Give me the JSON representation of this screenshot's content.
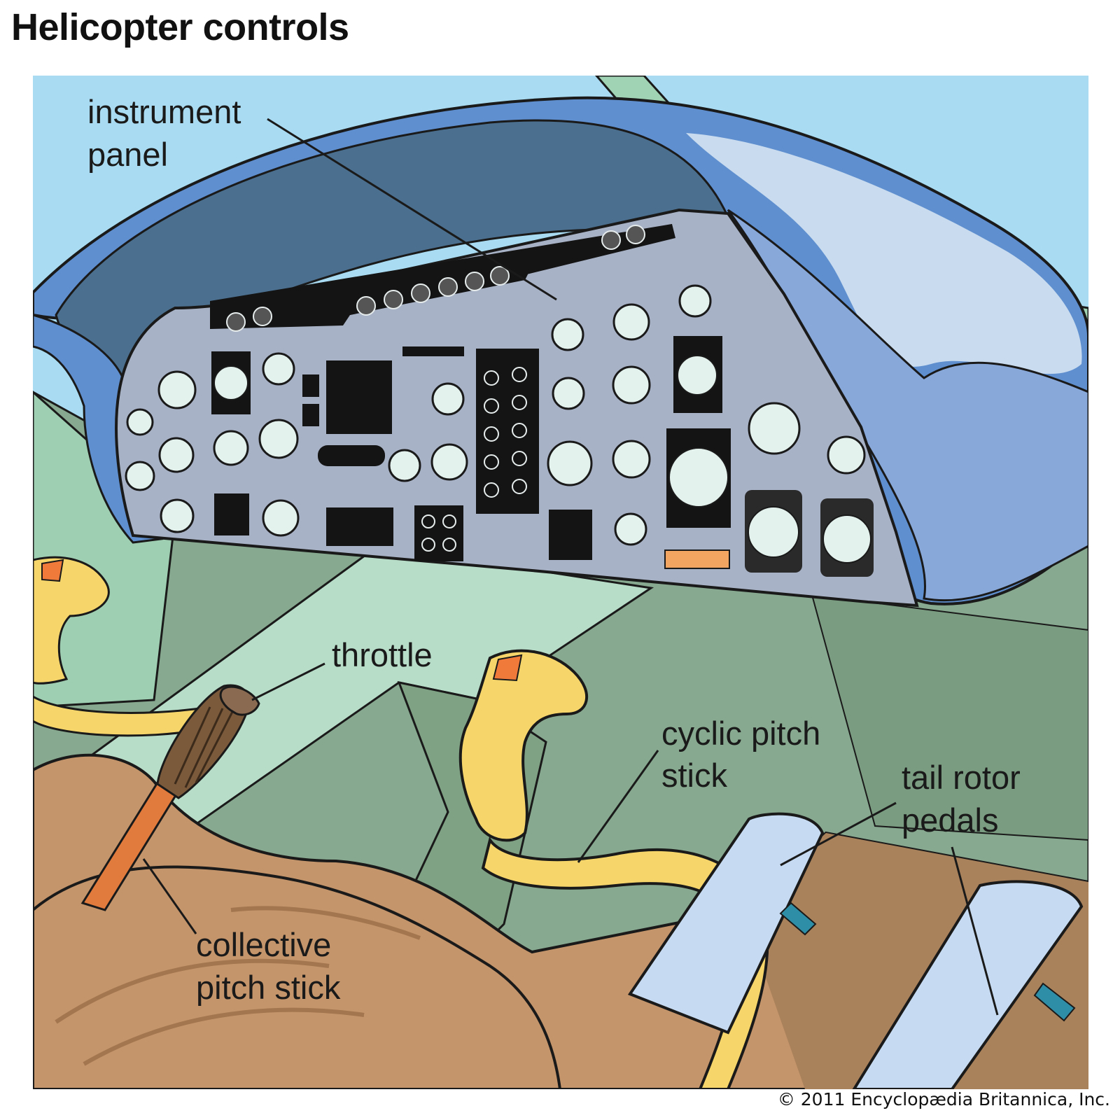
{
  "title": "Helicopter controls",
  "labels": {
    "instrument_panel": [
      "instrument",
      "panel"
    ],
    "throttle": [
      "throttle"
    ],
    "cyclic_pitch_stick": [
      "cyclic pitch",
      "stick"
    ],
    "tail_rotor_pedals": [
      "tail rotor",
      "pedals"
    ],
    "collective_pitch_stick": [
      "collective",
      "pitch stick"
    ]
  },
  "credit": "© 2011 Encyclopædia  Britannica, Inc.",
  "colors": {
    "sky": "#a9dcf2",
    "canopy_blue": "#5f8fcf",
    "canopy_highlight": "#c9dcef",
    "canopy_dark": "#4b6f8e",
    "panel_gray": "#a8b2c6",
    "floor_green": "#87a98f",
    "floor_light": "#b7dcc8",
    "seat_brown": "#c4946a",
    "stick_yellow": "#f6d66a",
    "grip_orange": "#f07a3a",
    "pedal_blue": "#c6dbf1"
  }
}
